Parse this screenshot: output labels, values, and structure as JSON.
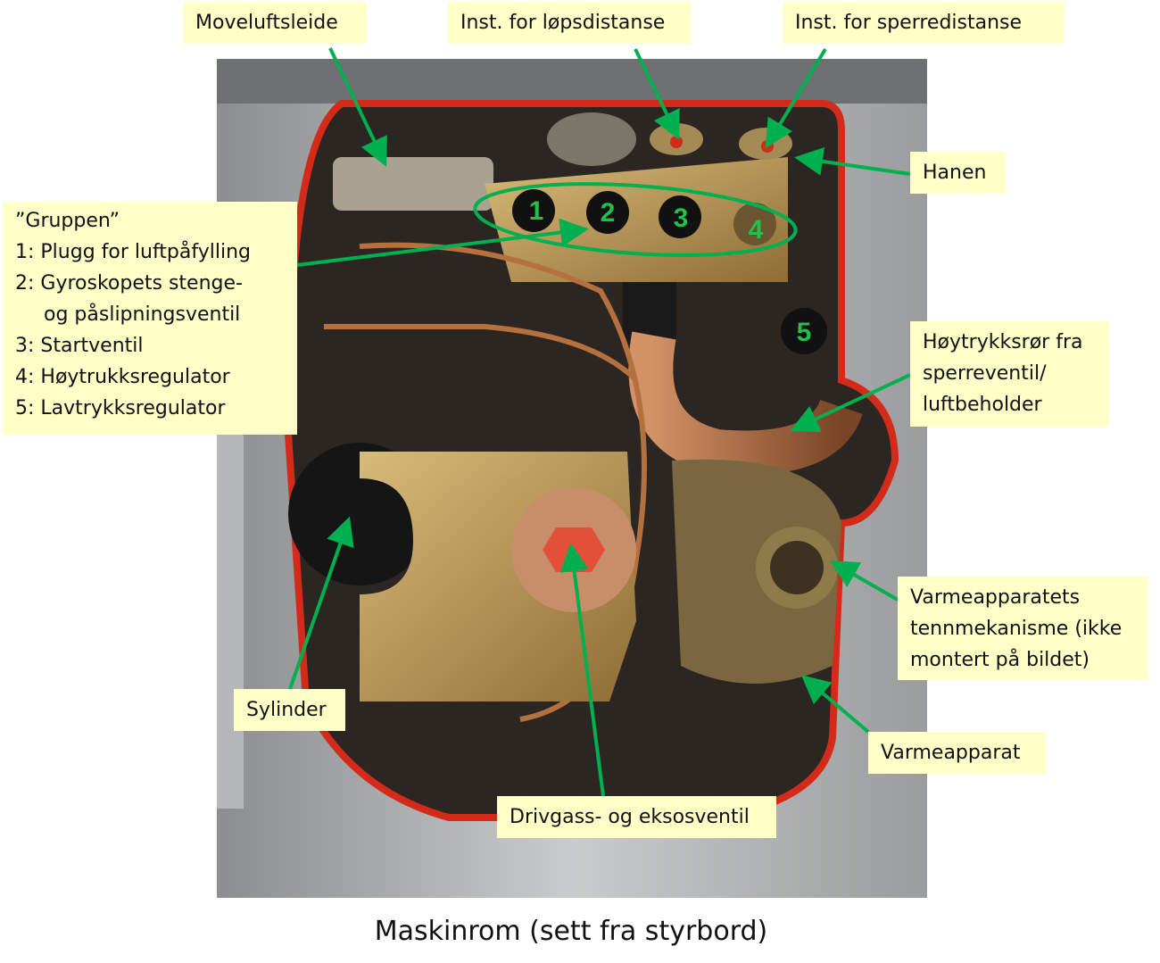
{
  "labels": {
    "moveluftsleide": "Moveluftsleide",
    "lopsdistanse": "Inst. for løpsdistanse",
    "sperredistanse": "Inst. for sperredistanse",
    "hanen": "Hanen",
    "gruppen": [
      "”Gruppen”",
      "1: Plugg for luftpåfylling",
      "2: Gyroskopets stenge-",
      "og påslipningsventil",
      "3: Startventil",
      "4: Høytrukksregulator",
      "5: Lavtrykksregulator"
    ],
    "hoytrykksror": [
      "Høytrykksrør fra",
      "sperreventil/",
      "luftbeholder"
    ],
    "varmeapparatets": [
      "Varmeapparatets",
      "tennmekanisme (ikke",
      "montert på bildet)"
    ],
    "varmeapparat": "Varmeapparat",
    "sylinder": "Sylinder",
    "drivgass": "Drivgass- og eksosventil"
  },
  "markers": [
    "1",
    "2",
    "3",
    "4",
    "5"
  ],
  "caption": "Maskinrom (sett fra styrbord)",
  "colors": {
    "label_bg": "#ffffc8",
    "arrow": "#00b050",
    "marker": "#22c04a",
    "cutout": "#d42a1a",
    "brass": "#b89550",
    "copper": "#b5703f"
  }
}
